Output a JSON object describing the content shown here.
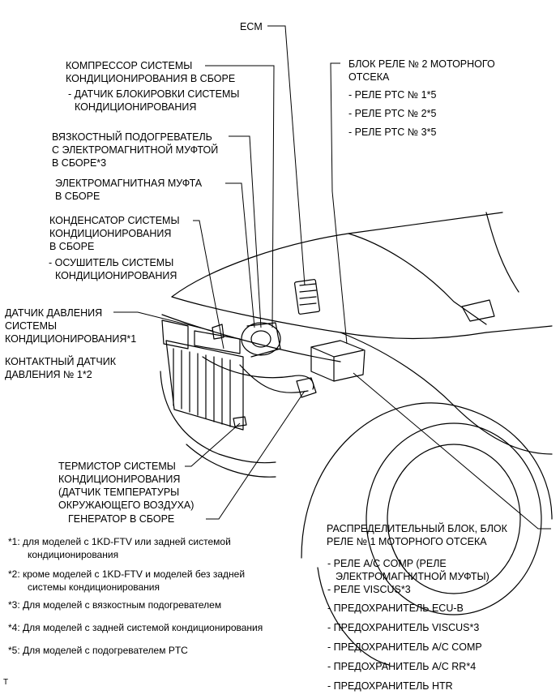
{
  "labels": {
    "ecm": "ECM",
    "compressor": [
      "КОМПРЕССОР СИСТЕМЫ",
      "КОНДИЦИОНИРОВАНИЯ В СБОРЕ"
    ],
    "compressor_sub": [
      "- ДАТЧИК БЛОКИРОВКИ СИСТЕМЫ",
      "КОНДИЦИОНИРОВАНИЯ"
    ],
    "relay_block2": [
      "БЛОК РЕЛЕ № 2 МОТОРНОГО",
      "ОТСЕКА"
    ],
    "relay_block2_items": [
      "- РЕЛЕ PTC № 1*5",
      "- РЕЛЕ PTC № 2*5",
      "- РЕЛЕ PTC № 3*5"
    ],
    "viscous_heater": [
      "ВЯЗКОСТНЫЙ ПОДОГРЕВАТЕЛЬ",
      "С ЭЛЕКТРОМАГНИТНОЙ МУФТОЙ",
      "В СБОРЕ*3"
    ],
    "magnetic_clutch": [
      "ЭЛЕКТРОМАГНИТНАЯ МУФТА",
      "В СБОРЕ"
    ],
    "condenser": [
      "КОНДЕНСАТОР СИСТЕМЫ",
      "КОНДИЦИОНИРОВАНИЯ",
      "В СБОРЕ"
    ],
    "condenser_sub": [
      "- ОСУШИТЕЛЬ СИСТЕМЫ",
      "КОНДИЦИОНИРОВАНИЯ"
    ],
    "pressure_sensor": [
      "ДАТЧИК ДАВЛЕНИЯ",
      "СИСТЕМЫ",
      "КОНДИЦИОНИРОВАНИЯ*1"
    ],
    "pressure_switch": [
      "КОНТАКТНЫЙ ДАТЧИК",
      "ДАВЛЕНИЯ № 1*2"
    ],
    "thermistor": [
      "ТЕРМИСТОР СИСТЕМЫ",
      "КОНДИЦИОНИРОВАНИЯ",
      "(ДАТЧИК ТЕМПЕРАТУРЫ",
      "ОКРУЖАЮЩЕГО ВОЗДУХА)"
    ],
    "generator": "ГЕНЕРАТОР В СБОРЕ",
    "junction_block": [
      "РАСПРЕДЕЛИТЕЛЬНЫЙ БЛОК, БЛОК",
      "РЕЛЕ № 1 МОТОРНОГО ОТСЕКА"
    ],
    "junction_items": [
      "- РЕЛЕ A/C COMP (РЕЛЕ",
      "ЭЛЕКТРОМАГНИТНОЙ МУФТЫ)",
      "- РЕЛЕ VISCUS*3",
      "- ПРЕДОХРАНИТЕЛЬ ECU-B",
      "- ПРЕДОХРАНИТЕЛЬ VISCUS*3",
      "- ПРЕДОХРАНИТЕЛЬ A/C COMP",
      "- ПРЕДОХРАНИТЕЛЬ A/C RR*4",
      "- ПРЕДОХРАНИТЕЛЬ HTR"
    ]
  },
  "footnotes": [
    [
      "*1: для моделей с 1KD-FTV или задней системой",
      "кондиционирования"
    ],
    [
      "*2: кроме моделей с 1KD-FTV и моделей без задней",
      "системы кондиционирования"
    ],
    [
      "*3: Для моделей с вязкостным подогревателем"
    ],
    [
      "*4: Для моделей с задней системой кондиционирования"
    ],
    [
      "*5: Для моделей с подогревателем PTC"
    ]
  ],
  "corner_mark": "T"
}
